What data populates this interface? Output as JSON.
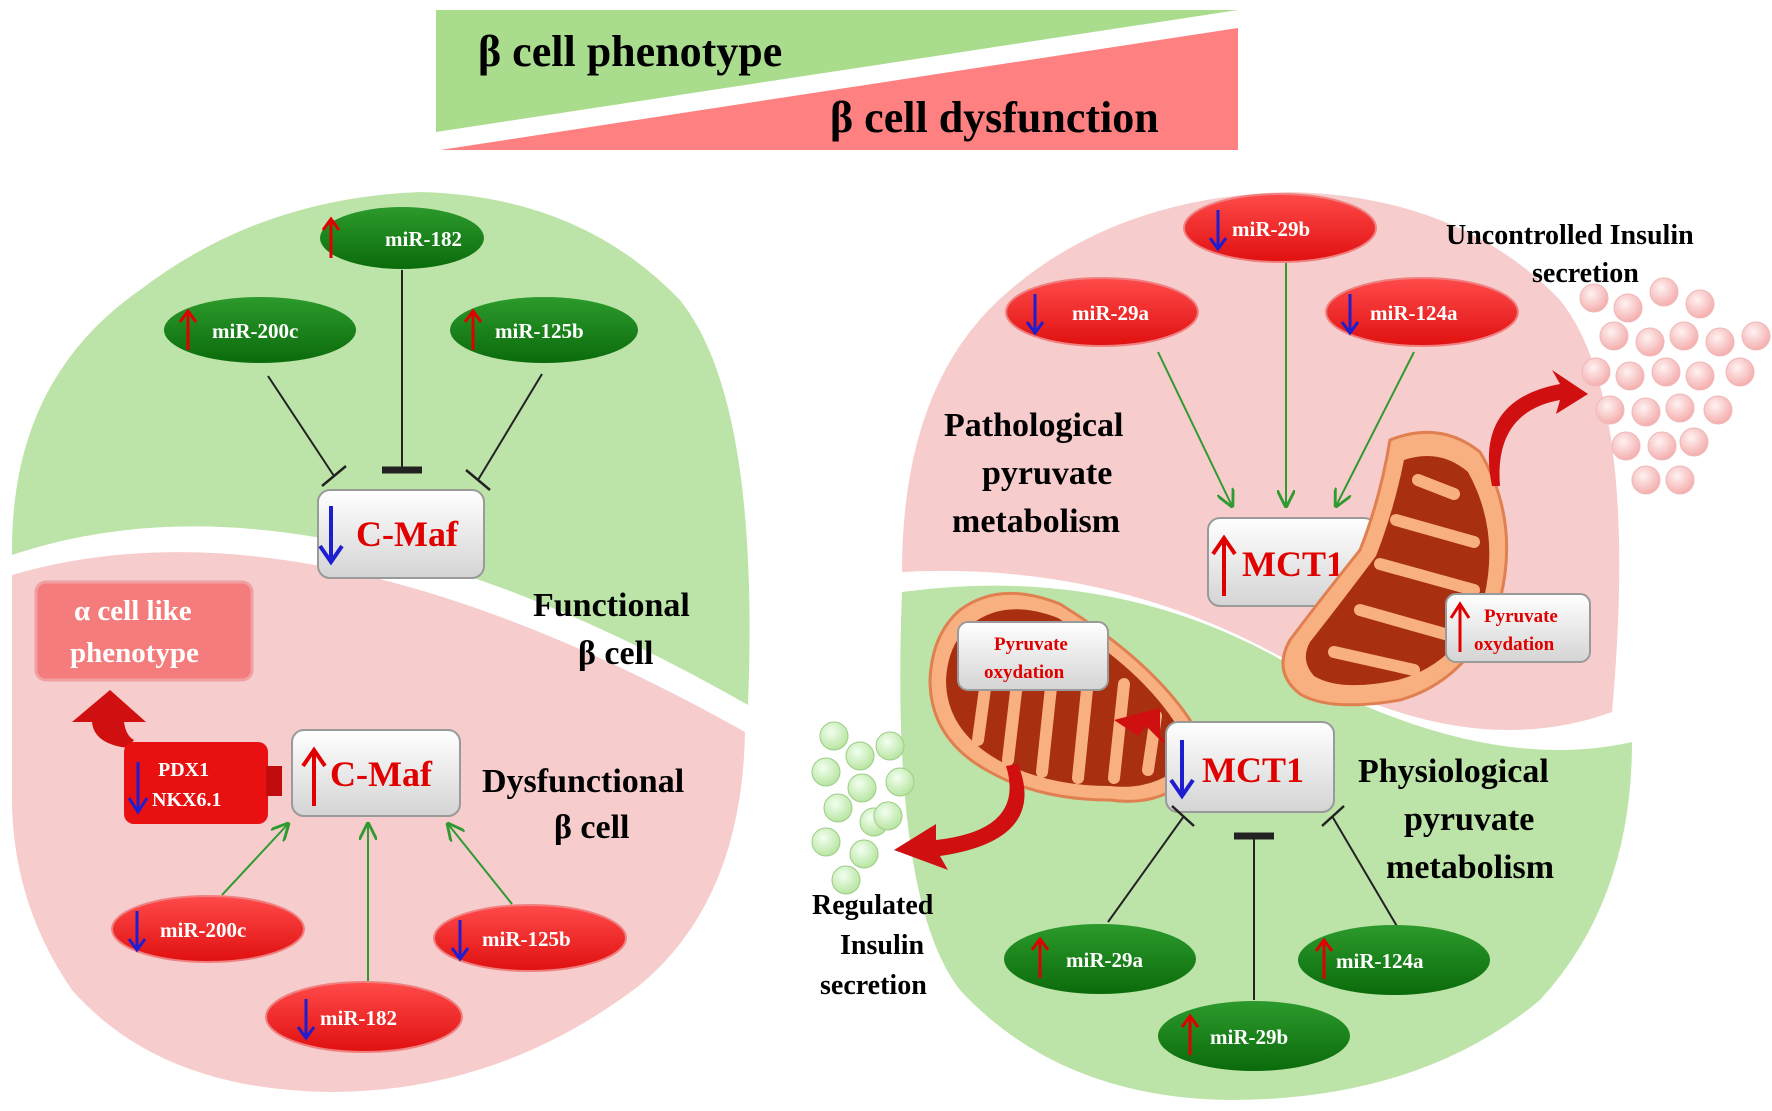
{
  "header": {
    "top_label": "β cell phenotype",
    "bottom_label": "β cell dysfunction",
    "colors": {
      "phenotype": "#a9dc8c",
      "dysfunction": "#ff8080"
    }
  },
  "left_panel": {
    "functional_label_line1": "Functional",
    "functional_label_line2": "β cell",
    "dysfunctional_label_line1": "Dysfunctional",
    "dysfunctional_label_line2": "β cell",
    "top_mirs": [
      {
        "label": "miR-182",
        "arrow": "up"
      },
      {
        "label": "miR-200c",
        "arrow": "up"
      },
      {
        "label": "miR-125b",
        "arrow": "up"
      }
    ],
    "top_target": {
      "label": "C-Maf",
      "arrow": "down"
    },
    "bottom_target": {
      "label": "C-Maf",
      "arrow": "up"
    },
    "bottom_mirs": [
      {
        "label": "miR-200c",
        "arrow": "down"
      },
      {
        "label": "miR-182",
        "arrow": "down"
      },
      {
        "label": "miR-125b",
        "arrow": "down"
      }
    ],
    "alpha_box_line1": "α cell like",
    "alpha_box_line2": "phenotype",
    "pdx_line1": "PDX1",
    "pdx_line2": "NKX6.1"
  },
  "right_panel": {
    "pathological_line1": "Pathological",
    "pathological_line2": "pyruvate",
    "pathological_line3": "metabolism",
    "physiological_line1": "Physiological",
    "physiological_line2": "pyruvate",
    "physiological_line3": "metabolism",
    "top_mirs": [
      {
        "label": "miR-29b",
        "arrow": "down"
      },
      {
        "label": "miR-29a",
        "arrow": "down"
      },
      {
        "label": "miR-124a",
        "arrow": "down"
      }
    ],
    "top_target": {
      "label": "MCT1",
      "arrow": "up"
    },
    "bottom_target": {
      "label": "MCT1",
      "arrow": "down"
    },
    "bottom_mirs": [
      {
        "label": "miR-29a",
        "arrow": "up"
      },
      {
        "label": "miR-29b",
        "arrow": "up"
      },
      {
        "label": "miR-124a",
        "arrow": "up"
      }
    ],
    "pyruvate_top_line1": "Pyruvate",
    "pyruvate_top_line2": "oxydation",
    "pyruvate_bottom_line1": "Pyruvate",
    "pyruvate_bottom_line2": "oxydation",
    "uncontrolled_line1": "Uncontrolled Insulin",
    "uncontrolled_line2": "secretion",
    "regulated_line1": "Regulated",
    "regulated_line2": "Insulin",
    "regulated_line3": "secretion"
  }
}
